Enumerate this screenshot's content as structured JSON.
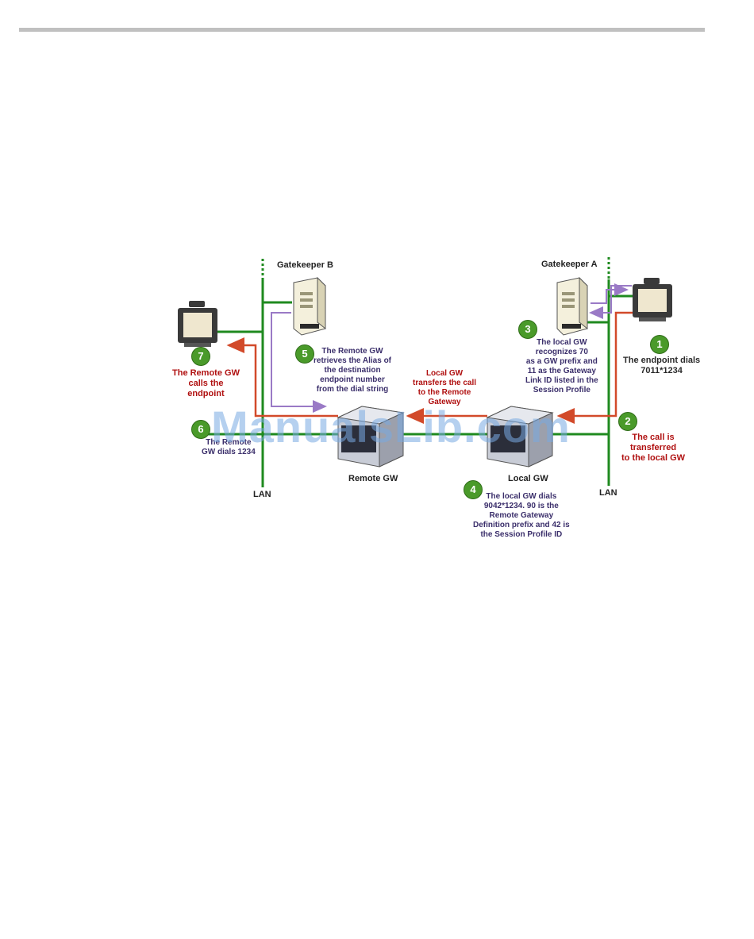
{
  "labels": {
    "gatekeeper_b": "Gatekeeper B",
    "gatekeeper_a": "Gatekeeper A",
    "remote_gw": "Remote GW",
    "local_gw": "Local GW",
    "lan_left": "LAN",
    "lan_right": "LAN"
  },
  "steps": [
    {
      "num": "1",
      "text": "The endpoint dials\n7011*1234"
    },
    {
      "num": "2",
      "text": "The call is\ntransferred\nto the local GW"
    },
    {
      "num": "3",
      "text": "The local GW\nrecognizes 70\nas a GW prefix and\n11 as the Gateway\nLink ID listed in the\nSession Profile"
    },
    {
      "num": "4",
      "text": "The local GW dials\n9042*1234. 90 is the\nRemote Gateway\nDefinition prefix and 42 is\nthe Session Profile ID"
    },
    {
      "num": "5",
      "text": "The Remote GW\nretrieves the Alias of\nthe destination\nendpoint number\nfrom the dial string"
    },
    {
      "num": "6",
      "text": "The Remote\nGW dials 1234"
    },
    {
      "num": "7",
      "text": "The Remote GW\ncalls the\nendpoint"
    }
  ],
  "transfer_note": "Local GW\ntransfers the call\nto the Remote\nGateway",
  "watermark": "ManualsLib.com",
  "colors": {
    "lan": "#1f8a1f",
    "call": "#d24a2a",
    "ras": "#9a7ac6",
    "badge": "#4a9a2a"
  }
}
